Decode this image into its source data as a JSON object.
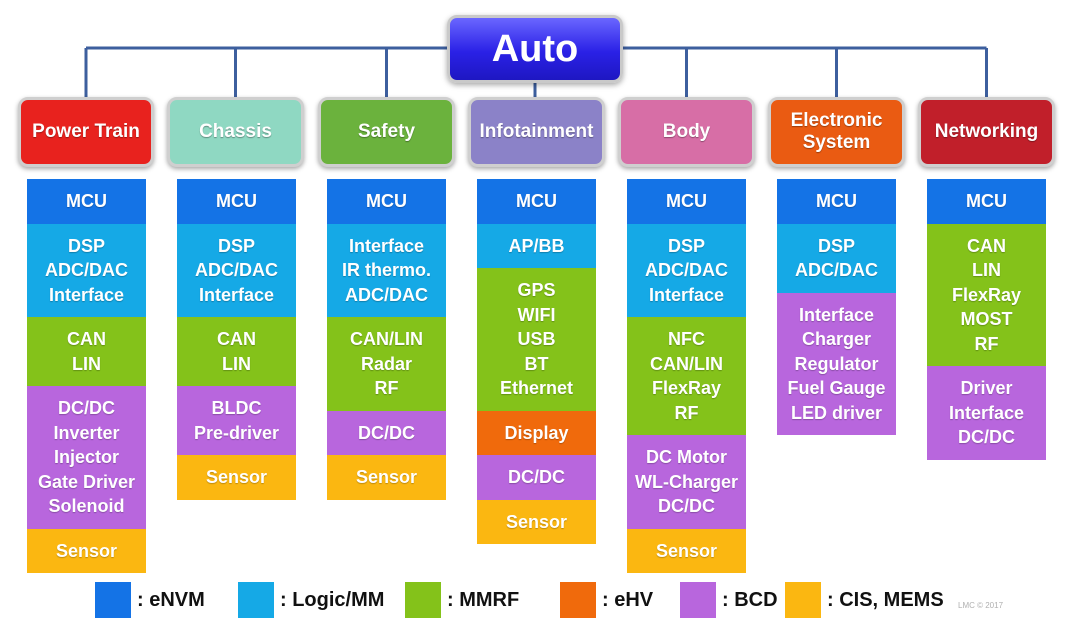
{
  "colors": {
    "eNVM": "#1473e6",
    "Logic/MM": "#15a9e6",
    "MMRF": "#84c21a",
    "eHV": "#f06a0c",
    "BCD": "#b866dd",
    "CIS, MEMS": "#fbb711",
    "connector": "#3d5f9e"
  },
  "root": {
    "label": "Auto"
  },
  "categories": [
    {
      "label": "Power Train",
      "color": "#e8221e",
      "blocks": [
        {
          "type": "eNVM",
          "lines": [
            "MCU"
          ]
        },
        {
          "type": "Logic/MM",
          "lines": [
            "DSP",
            "ADC/DAC",
            "Interface"
          ]
        },
        {
          "type": "MMRF",
          "lines": [
            "CAN",
            "LIN"
          ]
        },
        {
          "type": "BCD",
          "lines": [
            "DC/DC",
            "Inverter",
            "Injector",
            "Gate Driver",
            "Solenoid"
          ]
        },
        {
          "type": "CIS, MEMS",
          "lines": [
            "Sensor"
          ]
        }
      ]
    },
    {
      "label": "Chassis",
      "color": "#8fd8c2",
      "blocks": [
        {
          "type": "eNVM",
          "lines": [
            "MCU"
          ]
        },
        {
          "type": "Logic/MM",
          "lines": [
            "DSP",
            "ADC/DAC",
            "Interface"
          ]
        },
        {
          "type": "MMRF",
          "lines": [
            "CAN",
            "LIN"
          ]
        },
        {
          "type": "BCD",
          "lines": [
            "BLDC",
            "Pre-driver"
          ]
        },
        {
          "type": "CIS, MEMS",
          "lines": [
            "Sensor"
          ]
        }
      ]
    },
    {
      "label": "Safety",
      "color": "#6bb23d",
      "blocks": [
        {
          "type": "eNVM",
          "lines": [
            "MCU"
          ]
        },
        {
          "type": "Logic/MM",
          "lines": [
            "Interface",
            "IR thermo.",
            "ADC/DAC"
          ]
        },
        {
          "type": "MMRF",
          "lines": [
            "CAN/LIN",
            "Radar",
            "RF"
          ]
        },
        {
          "type": "BCD",
          "lines": [
            "DC/DC"
          ]
        },
        {
          "type": "CIS, MEMS",
          "lines": [
            "Sensor"
          ]
        }
      ]
    },
    {
      "label": "Infotainment",
      "color": "#8b82c8",
      "blocks": [
        {
          "type": "eNVM",
          "lines": [
            "MCU"
          ]
        },
        {
          "type": "Logic/MM",
          "lines": [
            "AP/BB"
          ]
        },
        {
          "type": "MMRF",
          "lines": [
            "GPS",
            "WIFI",
            "USB",
            "BT",
            "Ethernet"
          ]
        },
        {
          "type": "eHV",
          "lines": [
            "Display"
          ]
        },
        {
          "type": "BCD",
          "lines": [
            "DC/DC"
          ]
        },
        {
          "type": "CIS, MEMS",
          "lines": [
            "Sensor"
          ]
        }
      ]
    },
    {
      "label": "Body",
      "color": "#d76ea6",
      "blocks": [
        {
          "type": "eNVM",
          "lines": [
            "MCU"
          ]
        },
        {
          "type": "Logic/MM",
          "lines": [
            "DSP",
            "ADC/DAC",
            "Interface"
          ]
        },
        {
          "type": "MMRF",
          "lines": [
            "NFC",
            "CAN/LIN",
            "FlexRay",
            "RF"
          ]
        },
        {
          "type": "BCD",
          "lines": [
            "DC Motor",
            "WL-Charger",
            "DC/DC"
          ]
        },
        {
          "type": "CIS, MEMS",
          "lines": [
            "Sensor"
          ]
        }
      ]
    },
    {
      "label": "Electronic\nSystem",
      "color": "#ea5b12",
      "blocks": [
        {
          "type": "eNVM",
          "lines": [
            "MCU"
          ]
        },
        {
          "type": "Logic/MM",
          "lines": [
            "DSP",
            "ADC/DAC"
          ]
        },
        {
          "type": "BCD",
          "lines": [
            "Interface",
            "Charger",
            "Regulator",
            "Fuel Gauge",
            "LED driver"
          ]
        }
      ]
    },
    {
      "label": "Networking",
      "color": "#c11f2a",
      "blocks": [
        {
          "type": "eNVM",
          "lines": [
            "MCU"
          ]
        },
        {
          "type": "MMRF",
          "lines": [
            "CAN",
            "LIN",
            "FlexRay",
            "MOST",
            "RF"
          ]
        },
        {
          "type": "BCD",
          "lines": [
            "Driver",
            "Interface",
            "DC/DC"
          ]
        }
      ]
    }
  ],
  "legend": [
    {
      "label": ": eNVM",
      "type": "eNVM"
    },
    {
      "label": ": Logic/MM",
      "type": "Logic/MM"
    },
    {
      "label": ": MMRF",
      "type": "MMRF"
    },
    {
      "label": ": eHV",
      "type": "eHV"
    },
    {
      "label": ": BCD",
      "type": "BCD"
    },
    {
      "label": ": CIS, MEMS",
      "type": "CIS, MEMS"
    }
  ],
  "watermark": "LMC © 2017"
}
